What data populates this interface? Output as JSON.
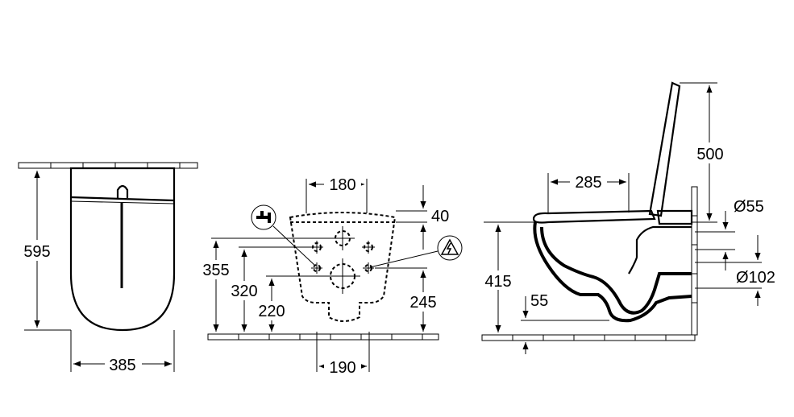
{
  "front_view": {
    "height": "595",
    "width": "385"
  },
  "mounting_view": {
    "top_spacing": "180",
    "top_offset": "40",
    "bottom_spacing": "190",
    "left_355": "355",
    "left_320": "320",
    "left_220": "220",
    "right_245": "245"
  },
  "side_view": {
    "length": "285",
    "lid_height": "500",
    "seat_height": "415",
    "floor_gap": "55",
    "inlet_diameter": "Ø55",
    "outlet_diameter": "Ø102"
  }
}
